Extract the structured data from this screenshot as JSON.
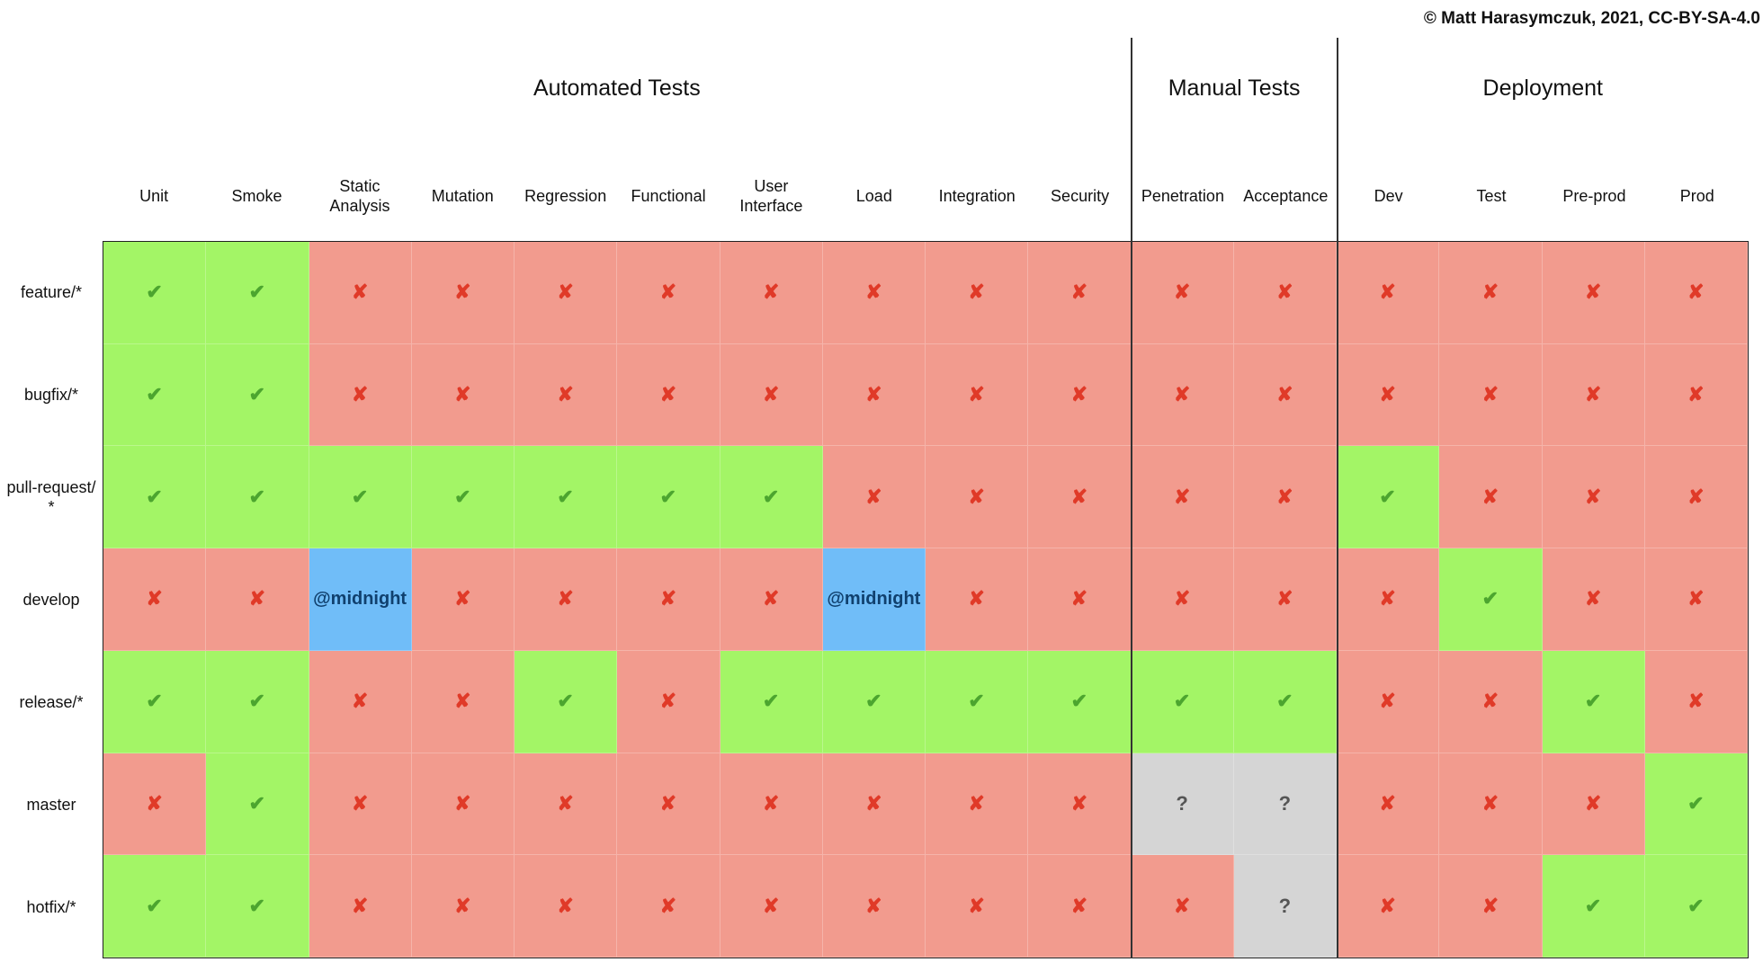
{
  "copyright": "© Matt Harasymczuk, 2021, CC-BY-SA-4.0",
  "groups": [
    {
      "title": "Automated Tests",
      "span": 10
    },
    {
      "title": "Manual Tests",
      "span": 2
    },
    {
      "title": "Deployment",
      "span": 4
    }
  ],
  "columns": [
    "Unit",
    "Smoke",
    "Static\nAnalysis",
    "Mutation",
    "Regression",
    "Functional",
    "User\nInterface",
    "Load",
    "Integration",
    "Security",
    "Penetration",
    "Acceptance",
    "Dev",
    "Test",
    "Pre-prod",
    "Prod"
  ],
  "rows": [
    {
      "label": "feature/*",
      "cells": [
        "yes",
        "yes",
        "no",
        "no",
        "no",
        "no",
        "no",
        "no",
        "no",
        "no",
        "no",
        "no",
        "no",
        "no",
        "no",
        "no"
      ]
    },
    {
      "label": "bugfix/*",
      "cells": [
        "yes",
        "yes",
        "no",
        "no",
        "no",
        "no",
        "no",
        "no",
        "no",
        "no",
        "no",
        "no",
        "no",
        "no",
        "no",
        "no"
      ]
    },
    {
      "label": "pull-request/\n*",
      "cells": [
        "yes",
        "yes",
        "yes",
        "yes",
        "yes",
        "yes",
        "yes",
        "no",
        "no",
        "no",
        "no",
        "no",
        "yes",
        "no",
        "no",
        "no"
      ]
    },
    {
      "label": "develop",
      "cells": [
        "no",
        "no",
        "sched",
        "no",
        "no",
        "no",
        "no",
        "sched",
        "no",
        "no",
        "no",
        "no",
        "no",
        "yes",
        "no",
        "no"
      ]
    },
    {
      "label": "release/*",
      "cells": [
        "yes",
        "yes",
        "no",
        "no",
        "yes",
        "no",
        "yes",
        "yes",
        "yes",
        "yes",
        "yes",
        "yes",
        "no",
        "no",
        "yes",
        "no"
      ]
    },
    {
      "label": "master",
      "cells": [
        "no",
        "yes",
        "no",
        "no",
        "no",
        "no",
        "no",
        "no",
        "no",
        "no",
        "maybe",
        "maybe",
        "no",
        "no",
        "no",
        "yes"
      ]
    },
    {
      "label": "hotfix/*",
      "cells": [
        "yes",
        "yes",
        "no",
        "no",
        "no",
        "no",
        "no",
        "no",
        "no",
        "no",
        "no",
        "maybe",
        "no",
        "no",
        "yes",
        "yes"
      ]
    }
  ],
  "symbols": {
    "yes": "✔",
    "no": "✘",
    "maybe": "?",
    "sched": "@midnight"
  },
  "colors": {
    "yes": "#a3f566",
    "no": "#f29b8e",
    "maybe": "#d5d5d5",
    "sched": "#70bdf8"
  }
}
